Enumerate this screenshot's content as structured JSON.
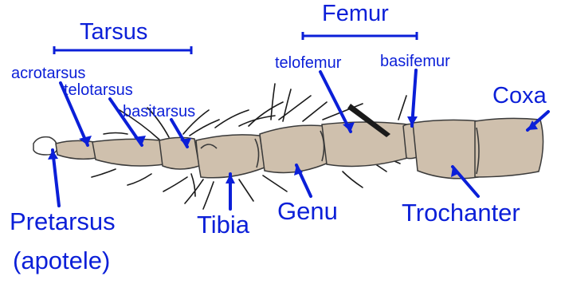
{
  "labels": {
    "tarsus": "Tarsus",
    "femur": "Femur",
    "acrotarsus": "acrotarsus",
    "telotarsus": "telotarsus",
    "basitarsus": "basitarsus",
    "telofemur": "telofemur",
    "basifemur": "basifemur",
    "coxa": "Coxa",
    "pretarsus": "Pretarsus",
    "apotele": "(apotele)",
    "tibia": "Tibia",
    "genu": "Genu",
    "trochanter": "Trochanter"
  },
  "colors": {
    "label": "#0b1fd8",
    "segment_fill": "#cfc0ad",
    "segment_stroke": "#3a3a3a",
    "seta": "#1a1a1a"
  }
}
